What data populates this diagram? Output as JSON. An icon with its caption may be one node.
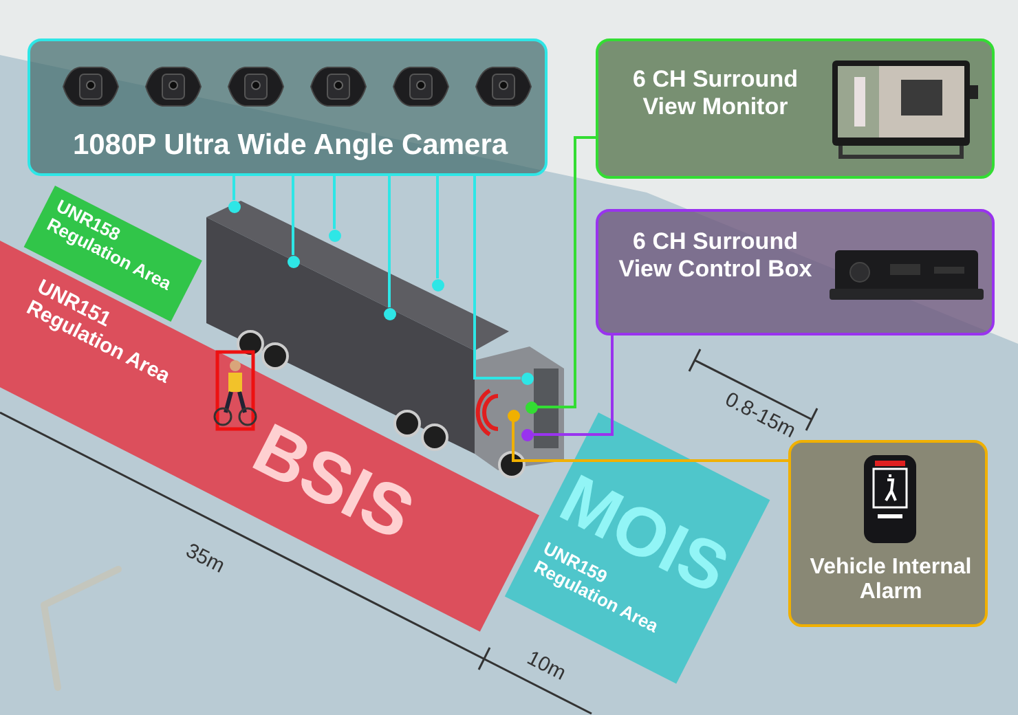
{
  "diagram": {
    "nodes": [
      {
        "text": [
          "1080P Ultra Wide Angle Camera"
        ]
      },
      {
        "text": [
          "6 CH Surround View Monitor"
        ]
      },
      {
        "text": [
          "6 CH Surround View Control Box"
        ]
      },
      {
        "text": [],
        "shape": "circle"
      },
      {
        "text": [],
        "shape": "circle"
      },
      {
        "text": [],
        "shape": "circle"
      },
      {
        "text": [],
        "shape": "circle"
      },
      {
        "text": [],
        "shape": "circle"
      },
      {
        "text": [],
        "shape": "circle"
      },
      {
        "text": [],
        "shape": "circle"
      },
      {
        "text": [],
        "shape": "circle"
      },
      {
        "text": [],
        "shape": "circle"
      },
      {
        "text": [
          "Vehicle Internal Alarm"
        ]
      }
    ],
    "edges": [
      {
        "from": 0,
        "to": 3,
        "arrow": "none"
      },
      {
        "from": 0,
        "to": 4,
        "arrow": "none"
      },
      {
        "from": 0,
        "to": 5,
        "arrow": "none"
      },
      {
        "from": 0,
        "to": 6,
        "arrow": "none"
      },
      {
        "from": 0,
        "to": 7,
        "arrow": "none"
      },
      {
        "from": 0,
        "to": 8,
        "arrow": "none"
      },
      {
        "from": 1,
        "to": 9,
        "arrow": "none",
        "color": "#33dd33"
      },
      {
        "from": 2,
        "to": 11,
        "arrow": "none",
        "color": "#9933ee"
      },
      {
        "from": 12,
        "to": 10,
        "arrow": "none",
        "color": "#f0b000"
      }
    ],
    "labels": [
      "UNR158 Regulation Area",
      "UNR151 Regulation Area",
      "0.8-15m",
      "BSIS",
      "MOIS",
      "35m",
      "UNR159 Regulation Area",
      "10m"
    ]
  }
}
